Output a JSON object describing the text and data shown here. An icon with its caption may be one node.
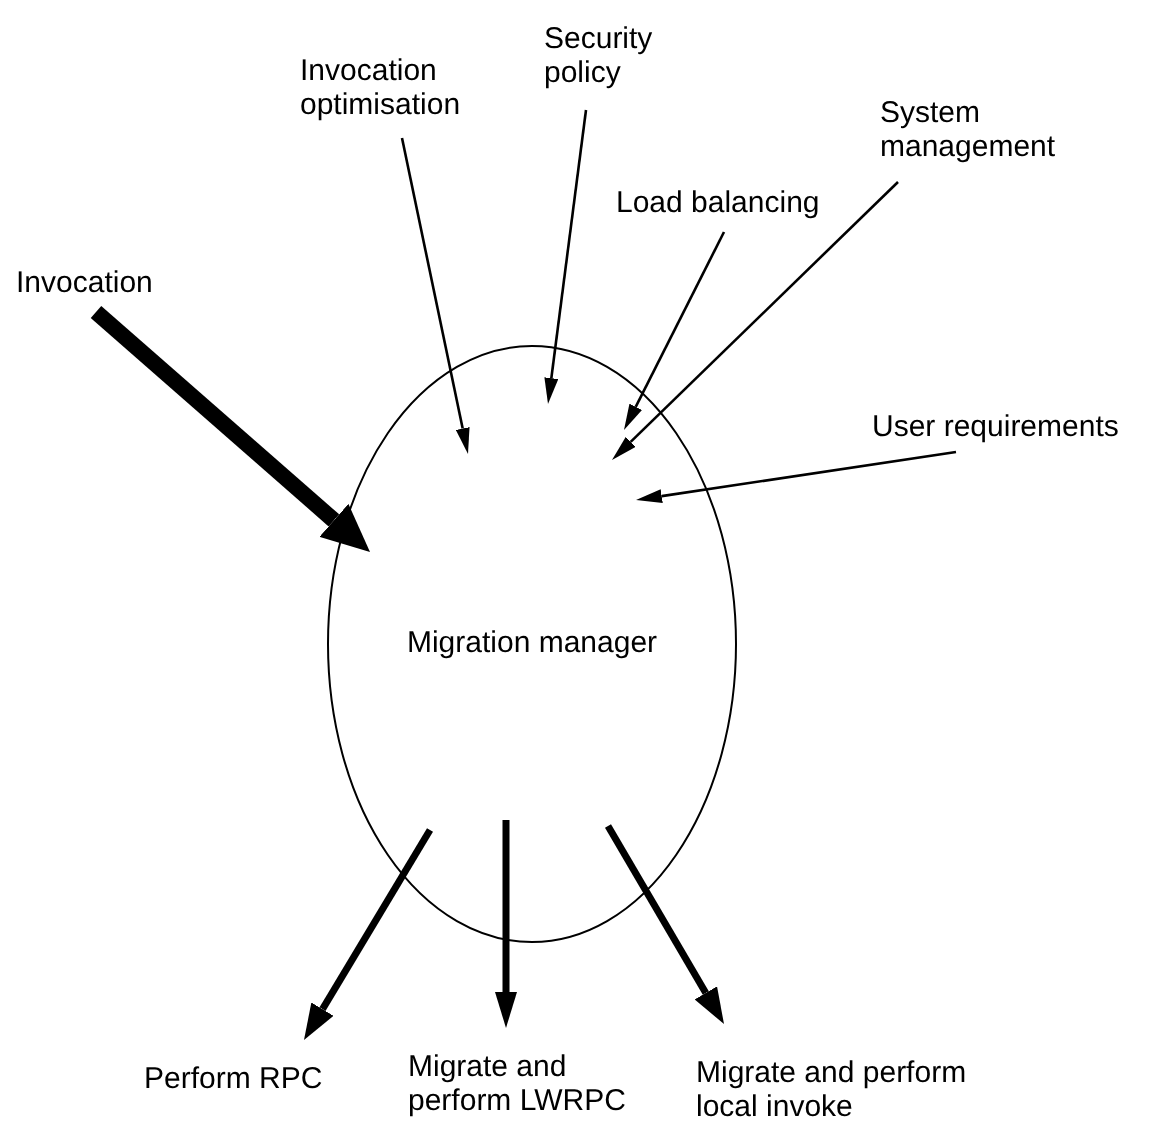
{
  "diagram": {
    "nodes": [
      {
        "text": [
          "Migration manager"
        ]
      },
      {
        "text": [
          "Invocation"
        ]
      },
      {
        "text": [
          "Invocation optimisation"
        ]
      },
      {
        "text": [
          "Security policy"
        ]
      },
      {
        "text": [
          "Load balancing"
        ]
      },
      {
        "text": [
          "System management"
        ]
      },
      {
        "text": [
          "User requirements"
        ]
      },
      {
        "text": [
          "Perform RPC"
        ]
      },
      {
        "text": [
          "Migrate and perform LWRPC"
        ]
      },
      {
        "text": [
          "Migrate and perform local invoke"
        ]
      }
    ],
    "edges": [
      {
        "from": 1,
        "to": 0,
        "arrow": "to",
        "style": "thick"
      },
      {
        "from": 2,
        "to": 0,
        "arrow": "to"
      },
      {
        "from": 3,
        "to": 0,
        "arrow": "to"
      },
      {
        "from": 4,
        "to": 0,
        "arrow": "to"
      },
      {
        "from": 5,
        "to": 0,
        "arrow": "to"
      },
      {
        "from": 6,
        "to": 0,
        "arrow": "to"
      },
      {
        "from": 0,
        "to": 7,
        "arrow": "to",
        "style": "thick"
      },
      {
        "from": 0,
        "to": 8,
        "arrow": "to",
        "style": "thick"
      },
      {
        "from": 0,
        "to": 9,
        "arrow": "to",
        "style": "thick"
      }
    ]
  }
}
